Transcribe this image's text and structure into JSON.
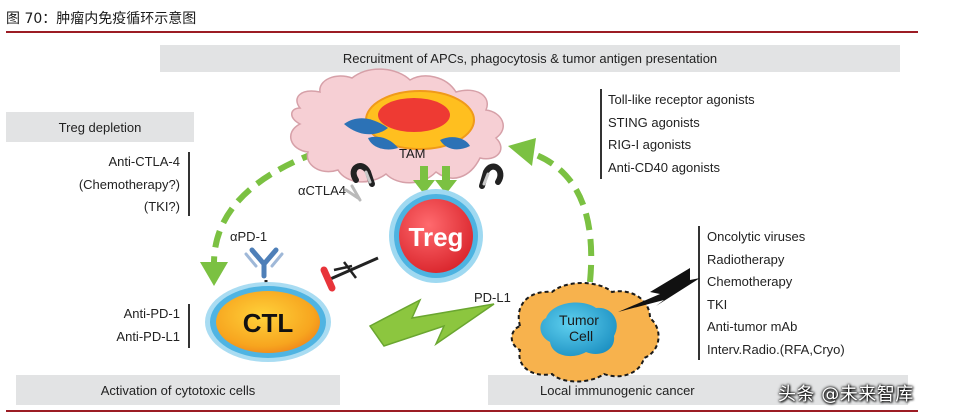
{
  "figure_title": "图 70：肿瘤内免疫循环示意图",
  "boxes": {
    "top": "Recruitment of APCs, phagocytosis & tumor antigen presentation",
    "treg_depletion": "Treg depletion",
    "activation": "Activation of cytotoxic cells",
    "local": "Local immunogenic cancer"
  },
  "left_treg_list": [
    "Anti-CTLA-4",
    "(Chemotherapy?)",
    "(TKI?)"
  ],
  "left_ctl_list": [
    "Anti-PD-1",
    "Anti-PD-L1"
  ],
  "right_tam_list": [
    "Toll-like receptor agonists",
    "STING agonists",
    "RIG-I agonists",
    "Anti-CD40 agonists"
  ],
  "right_tumor_list": [
    "Oncolytic viruses",
    "Radiotherapy",
    "Chemotherapy",
    "TKI",
    "Anti-tumor mAb",
    "Interv.Radio.(RFA,Cryo)"
  ],
  "cells": {
    "tam": "TAM",
    "treg": "Treg",
    "ctl": "CTL",
    "tumor_line1": "Tumor",
    "tumor_line2": "Cell"
  },
  "markers": {
    "actla4": "αCTLA4",
    "apd1": "αPD-1",
    "pdl1": "PD-L1"
  },
  "watermark": "头条 @未来智库",
  "colors": {
    "rule": "#9c1c24",
    "box_gray": "#e2e3e4",
    "arrow_green": "#7bc142",
    "treg_red": "#e8343a",
    "cell_blue": "#56b9e4",
    "ctl_orange": "#f39a1c",
    "tam_pink": "#f4c6cc",
    "tumor_orange": "#f6b04c"
  }
}
